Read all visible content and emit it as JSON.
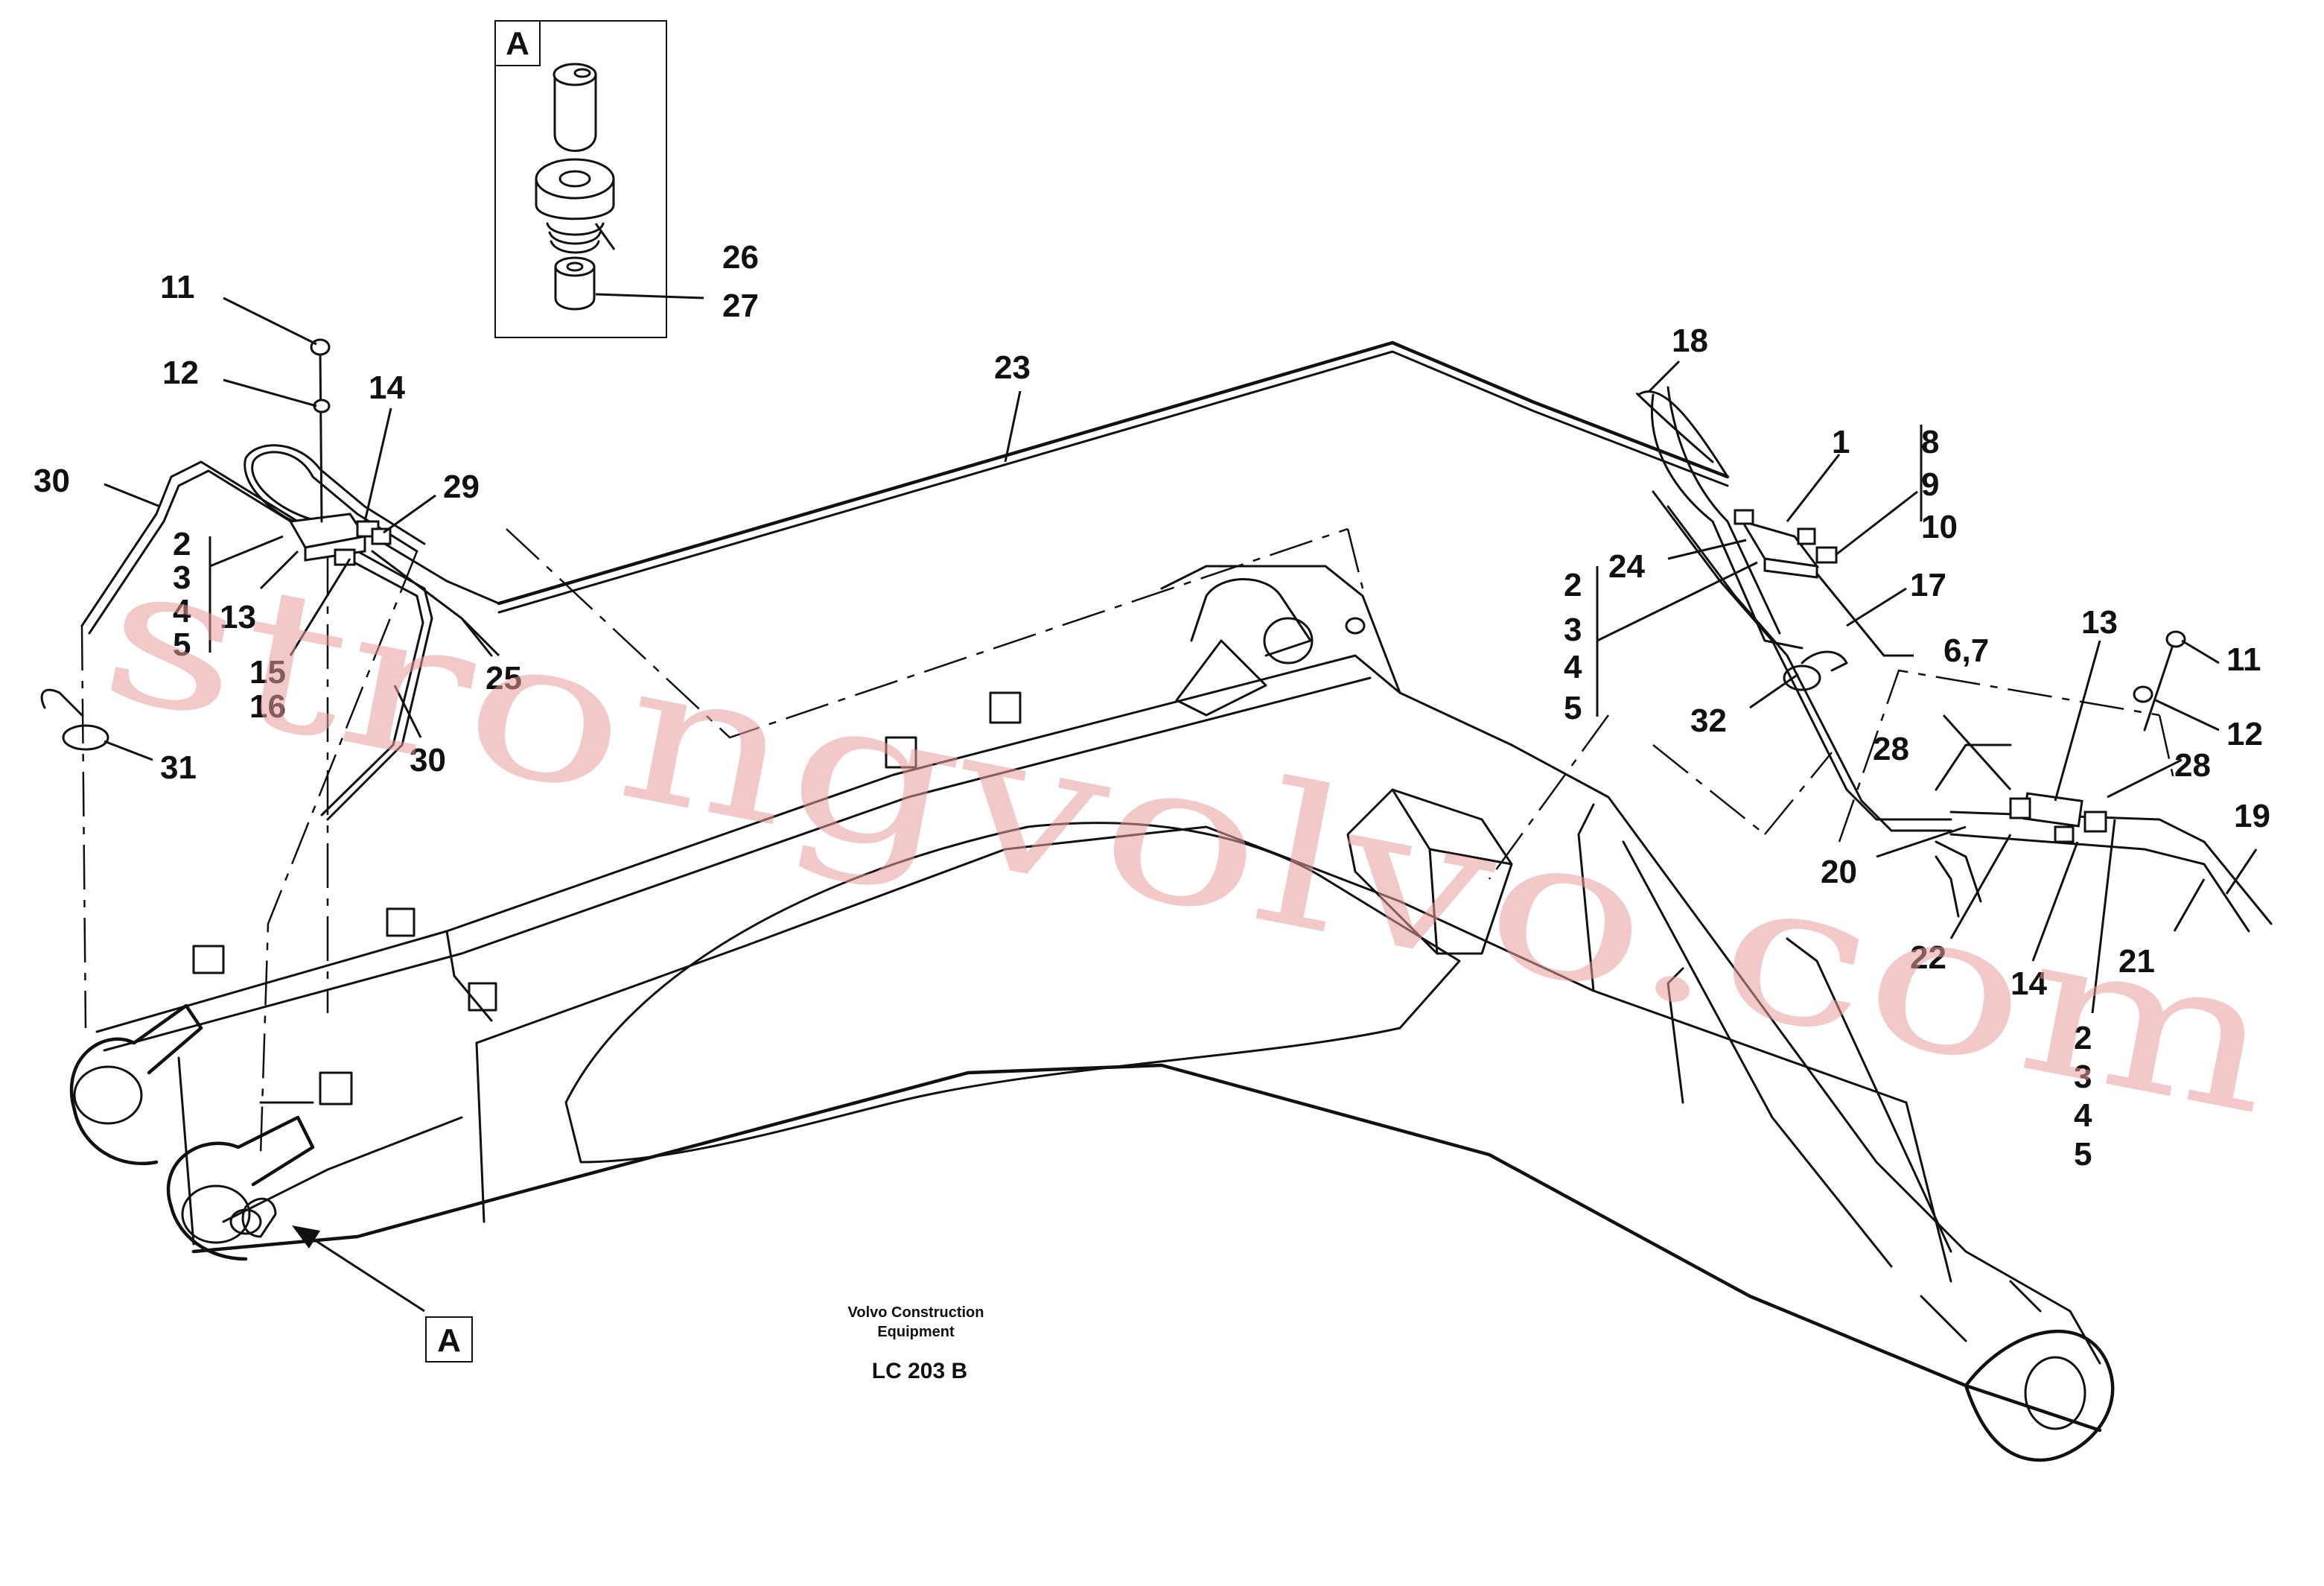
{
  "detail_box": {
    "letter": "A"
  },
  "callout_a": {
    "letter": "A"
  },
  "publisher": {
    "line1": "Volvo Construction",
    "line2": "Equipment"
  },
  "figure_code": "LC 203 B",
  "watermark": "strongvolvo.com",
  "part_labels": {
    "p11_left": "11",
    "p12_left": "12",
    "p14_left": "14",
    "p29": "29",
    "p30_top": "30",
    "p2_left": "2",
    "p3_left": "3",
    "p4_left": "4",
    "p5_left": "5",
    "p13_left": "13",
    "p15": "15",
    "p16": "16",
    "p25": "25",
    "p30_bottom": "30",
    "p31": "31",
    "p23": "23",
    "p18": "18",
    "p1": "1",
    "p8": "8",
    "p9": "9",
    "p10": "10",
    "p24": "24",
    "p2_mid": "2",
    "p3_mid": "3",
    "p4_mid": "4",
    "p5_mid": "5",
    "p17": "17",
    "p6_7": "6,7",
    "p32": "32",
    "p13_right": "13",
    "p11_right": "11",
    "p12_right": "12",
    "p28_left": "28",
    "p28_right": "28",
    "p19": "19",
    "p20": "20",
    "p22": "22",
    "p14_right": "14",
    "p21": "21",
    "p2_right": "2",
    "p3_right": "3",
    "p4_right": "4",
    "p5_right": "5",
    "p26": "26",
    "p27": "27"
  }
}
